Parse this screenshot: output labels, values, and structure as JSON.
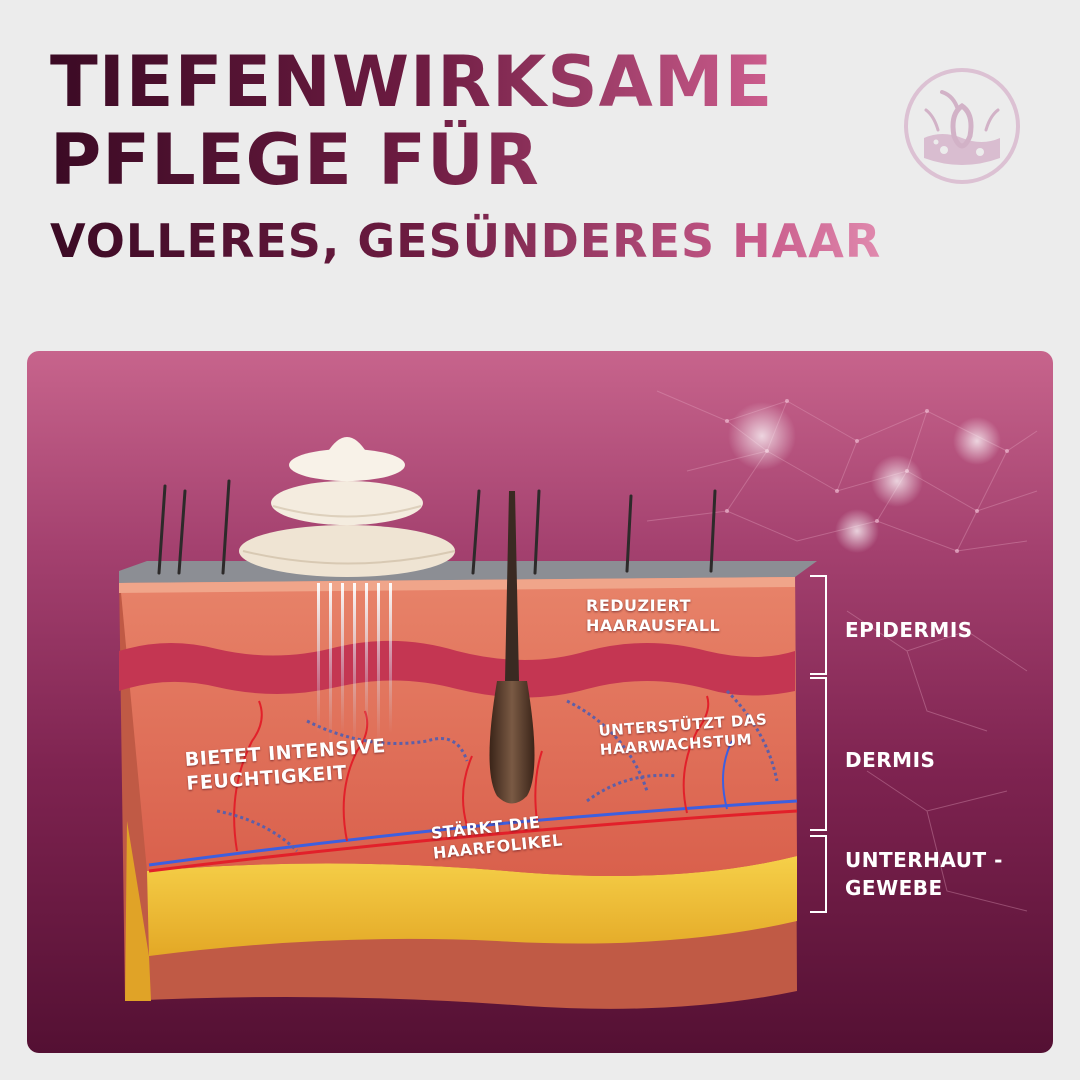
{
  "headline": {
    "line1": "TIEFENWIRKSAME",
    "line2": "PFLEGE FÜR",
    "line3": "VOLLERES, GESÜNDERES HAAR"
  },
  "badge": {
    "icon": "hair-follicle-icon"
  },
  "callouts": {
    "reduziert_line1": "REDUZIERT",
    "reduziert_line2": "HAARAUSFALL",
    "feuchtigkeit_line1": "BIETET INTENSIVE",
    "feuchtigkeit_line2": "FEUCHTIGKEIT",
    "wachstum_line1": "UNTERSTÜTZT DAS",
    "wachstum_line2": "HAARWACHSTUM",
    "folikel_line1": "STÄRKT DIE",
    "folikel_line2": "HAARFOLIKEL"
  },
  "layers": {
    "epidermis": "EPIDERMIS",
    "dermis": "DERMIS",
    "unterhaut_line1": "UNTERHAUT -",
    "unterhaut_line2": "GEWEBE"
  },
  "colors": {
    "headline_dark": "#3b0a24",
    "headline_pink": "#c85a8a",
    "panel_top": "#c7648c",
    "panel_bottom": "#541033",
    "fat_layer": "#f1c233",
    "dermis_layer": "#e27559",
    "epidermis_band": "#c43652"
  }
}
